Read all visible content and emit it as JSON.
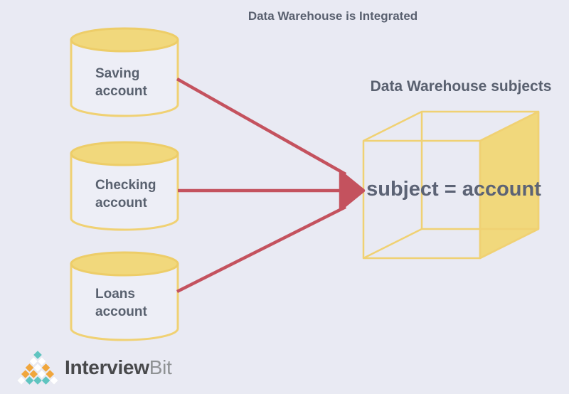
{
  "title": "Data Warehouse is Integrated",
  "warehouse": {
    "heading": "Data Warehouse subjects",
    "cube_label": "subject = account"
  },
  "sources": [
    {
      "label": "Saving account",
      "line1": "Saving",
      "line2": "account"
    },
    {
      "label": "Checking account",
      "line1": "Checking",
      "line2": "account"
    },
    {
      "label": "Loans account",
      "line1": "Loans",
      "line2": "account"
    }
  ],
  "logo": {
    "text_primary": "Interview",
    "text_secondary": "Bit"
  },
  "colors": {
    "background": "#e9eaf3",
    "yellow_fill": "#f1d87c",
    "yellow_stroke": "#f0d173",
    "cylinder_body": "#edeef6",
    "arrow_red": "#c4525e",
    "text_slate": "#59606f",
    "logo_teal": "#5fc4c0",
    "logo_orange": "#f0a63c",
    "logo_dark": "#48494b",
    "logo_gray": "#8f9294"
  }
}
